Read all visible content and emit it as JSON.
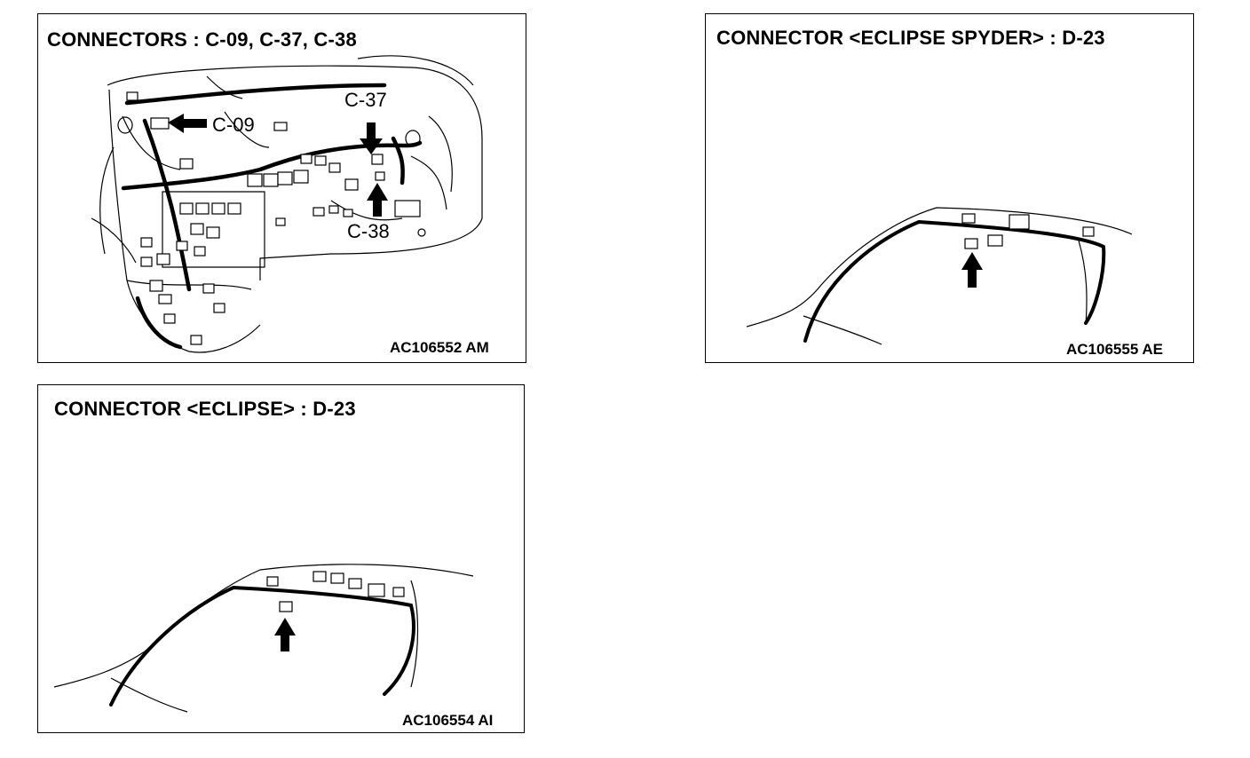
{
  "panels": [
    {
      "title": "CONNECTORS : C-09, C-37, C-38",
      "code": "AC106552 AM",
      "callouts": [
        "C-09",
        "C-37",
        "C-38"
      ]
    },
    {
      "title": "CONNECTOR <ECLIPSE SPYDER> : D-23",
      "code": "AC106555 AE"
    },
    {
      "title": "CONNECTOR <ECLIPSE> : D-23",
      "code": "AC106554 AI"
    }
  ]
}
